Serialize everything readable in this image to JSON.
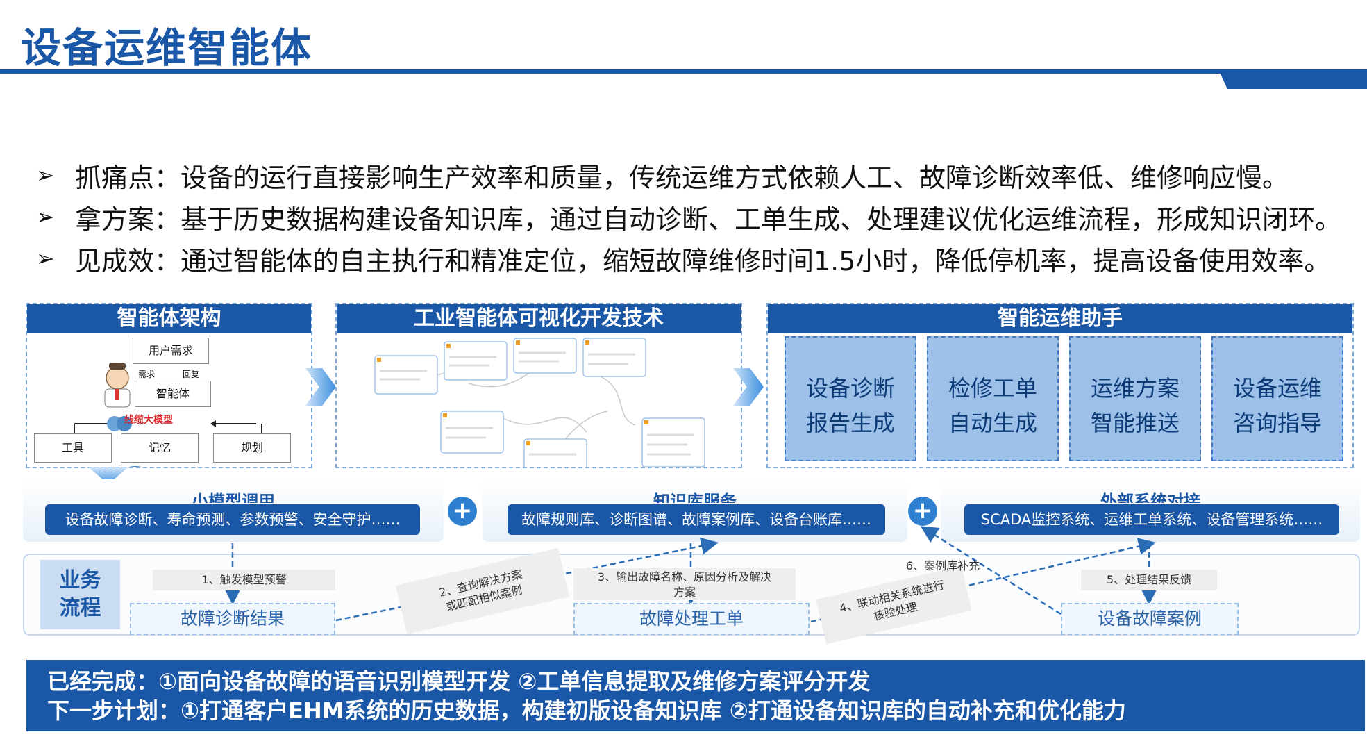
{
  "title": "设备运维智能体",
  "bullets": [
    "抓痛点：设备的运行直接影响生产效率和质量，传统运维方式依赖人工、故障诊断效率低、维修响应慢。",
    "拿方案：基于历史数据构建设备知识库，通过自动诊断、工单生成、处理建议优化运维流程，形成知识闭环。",
    "见成效：通过智能体的自主执行和精准定位，缩短故障维修时间1.5小时，降低停机率，提高设备使用效率。"
  ],
  "panels": {
    "architecture": {
      "title": "智能体架构",
      "user_need": "用户需求",
      "need": "需求",
      "reply": "回复",
      "agent": "智能体",
      "model_label": "线缆大模型",
      "tools": "工具",
      "memory": "记忆",
      "planning": "规划"
    },
    "visual_dev": {
      "title": "工业智能体可视化开发技术"
    },
    "assistant": {
      "title": "智能运维助手",
      "features": [
        {
          "line1": "设备诊断",
          "line2": "报告生成"
        },
        {
          "line1": "检修工单",
          "line2": "自动生成"
        },
        {
          "line1": "运维方案",
          "line2": "智能推送"
        },
        {
          "line1": "设备运维",
          "line2": "咨询指导"
        }
      ]
    }
  },
  "services": [
    {
      "title": "小模型调用",
      "content": "设备故障诊断、寿命预测、参数预警、安全守护……"
    },
    {
      "title": "知识库服务",
      "content": "故障规则库、诊断图谱、故障案例库、设备台账库……"
    },
    {
      "title": "外部系统对接",
      "content": "SCADA监控系统、运维工单系统、设备管理系统……"
    }
  ],
  "plus": "+",
  "business_flow": {
    "label_line1": "业务",
    "label_line2": "流程",
    "nodes": [
      "故障诊断结果",
      "故障处理工单",
      "设备故障案例"
    ],
    "steps": {
      "s1": "1、触发模型预警",
      "s2_line1": "2、查询解决方案",
      "s2_line2": "或匹配相似案例",
      "s3_line1": "3、输出故障名称、原因分析及解决",
      "s3_line2": "方案",
      "s4_line1": "4、联动相关系统进行",
      "s4_line2": "核验处理",
      "s5": "5、处理结果反馈",
      "s6": "6、案例库补充"
    }
  },
  "footer": {
    "done": "已经完成：①面向设备故障的语音识别模型开发  ②工单信息提取及维修方案评分开发",
    "next": "下一步计划：①打通客户EHM系统的历史数据，构建初版设备知识库 ②打通设备知识库的自动补充和优化能力"
  },
  "colors": {
    "primary": "#1a57a6",
    "accent": "#2f7fd0",
    "feature_fill": "#4a8cd6"
  }
}
